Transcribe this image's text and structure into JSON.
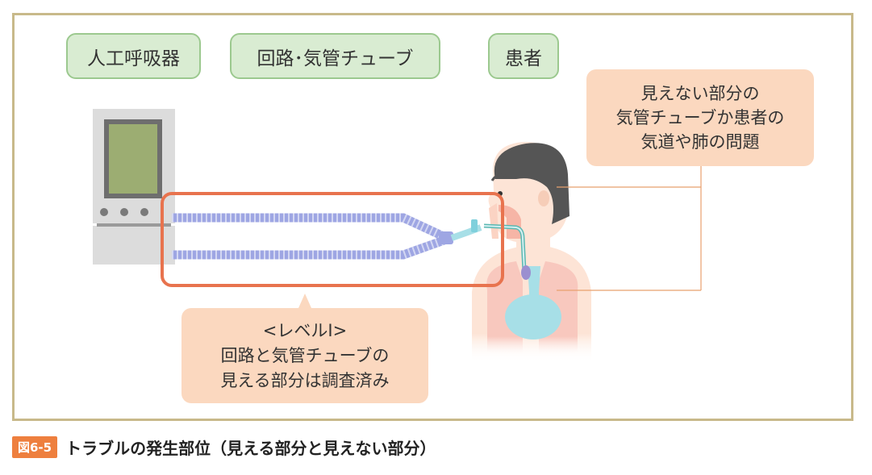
{
  "labels": {
    "ventilator": "人工呼吸器",
    "circuit": "回路･気管チューブ",
    "patient": "患者"
  },
  "callout_hidden": {
    "lines": [
      "見えない部分の",
      "気管チューブか患者の",
      "気道や肺の問題"
    ]
  },
  "callout_visible": {
    "lines": [
      "<レベルⅠ>",
      "回路と気管チューブの",
      "見える部分は調査済み"
    ]
  },
  "caption": {
    "badge": "図6-5",
    "title": "トラブルの発生部位（見える部分と見えない部分）"
  },
  "colors": {
    "frame": "#c8b98a",
    "pill_fill": "#d9ecd2",
    "pill_border": "#9cc98f",
    "callout_fill": "#fbd8bf",
    "highlight": "#e8734e",
    "tube": "#9ea6e3",
    "skin": "#fde4d6",
    "hair": "#555555",
    "lung": "#f8c8be",
    "leader": "#e8a06e",
    "badge": "#ee7f3e"
  }
}
